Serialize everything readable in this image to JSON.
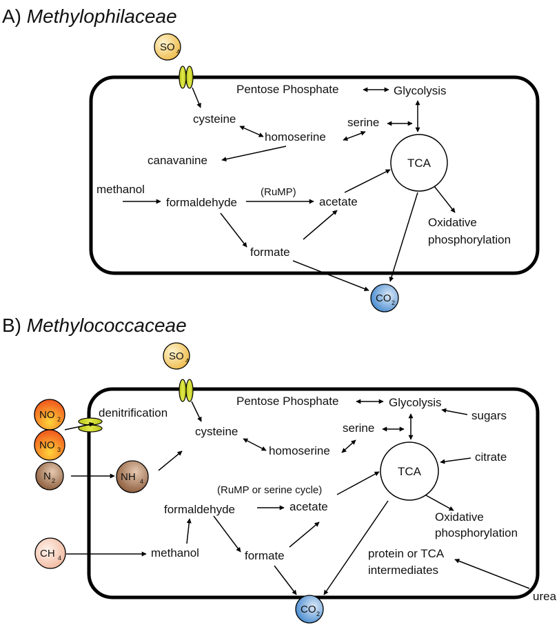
{
  "panel_a": {
    "letter": "A)",
    "family": "Methylophilaceae",
    "molecules": {
      "so4": {
        "main": "SO",
        "sub": "4"
      },
      "co2": {
        "main": "CO",
        "sub": "2"
      }
    },
    "labels": {
      "pentose": "Pentose Phosphate",
      "glycolysis": "Glycolysis",
      "cysteine": "cysteine",
      "homoserine": "homoserine",
      "serine": "serine",
      "canavanine": "canavanine",
      "tca": "TCA",
      "methanol": "methanol",
      "formaldehyde": "formaldehyde",
      "rump": "(RuMP)",
      "acetate": "acetate",
      "oxidative1": "Oxidative",
      "oxidative2": "phosphorylation",
      "formate": "formate"
    }
  },
  "panel_b": {
    "letter": "B)",
    "family": "Methylococcaceae",
    "molecules": {
      "so4": {
        "main": "SO",
        "sub": "4"
      },
      "no2": {
        "main": "NO",
        "sub": "2"
      },
      "no3": {
        "main": "NO",
        "sub": "3"
      },
      "n2": {
        "main": "N",
        "sub": "2"
      },
      "nh4": {
        "main": "NH",
        "sub": "4"
      },
      "ch4": {
        "main": "CH",
        "sub": "4"
      },
      "co2": {
        "main": "CO",
        "sub": "2"
      }
    },
    "labels": {
      "denitrification": "denitrification",
      "pentose": "Pentose Phosphate",
      "glycolysis": "Glycolysis",
      "sugars": "sugars",
      "cysteine": "cysteine",
      "serine": "serine",
      "homoserine": "homoserine",
      "tca": "TCA",
      "citrate": "citrate",
      "rump": "(RuMP or serine cycle)",
      "formaldehyde": "formaldehyde",
      "acetate": "acetate",
      "oxidative1": "Oxidative",
      "oxidative2": "phosphorylation",
      "methanol": "methanol",
      "formate": "formate",
      "protein1": "protein or TCA",
      "protein2": "intermediates",
      "urea": "urea"
    }
  },
  "colors": {
    "sulfate": "#f3cf72",
    "channel": "#d4dd2a",
    "co2": "#4f93d6",
    "nitrite": "#f58a1f",
    "nitrogen": "#a47250",
    "methane": "#f7c8b3"
  }
}
